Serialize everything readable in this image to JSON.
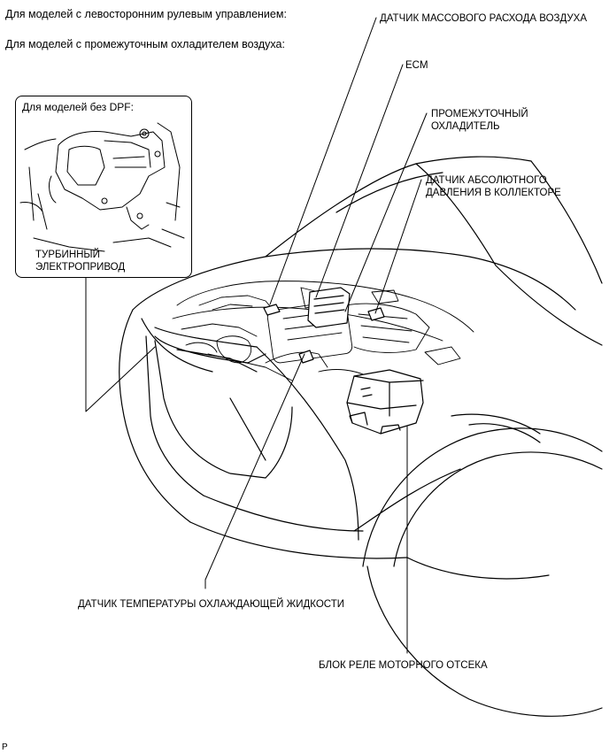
{
  "header": {
    "line1": "Для моделей с левосторонним рулевым управлением:",
    "line2": "Для моделей с промежуточным охладителем воздуха:"
  },
  "inset": {
    "title": "Для моделей без DPF:",
    "label_line1": "ТУРБИННЫЙ",
    "label_line2": "ЭЛЕКТРОПРИВОД"
  },
  "callouts": {
    "maf_sensor": "ДАТЧИК МАССОВОГО РАСХОДА ВОЗДУХА",
    "ecm": "ECM",
    "intercooler_1": "ПРОМЕЖУТОЧНЫЙ",
    "intercooler_2": "ОХЛАДИТЕЛЬ",
    "map_sensor_1": "ДАТЧИК АБСОЛЮТНОГО",
    "map_sensor_2": "ДАВЛЕНИЯ В КОЛЛЕКТОРЕ",
    "coolant_sensor": "ДАТЧИК ТЕМПЕРАТУРЫ ОХЛАЖДАЮЩЕЙ ЖИДКОСТИ",
    "relay_block": "БЛОК РЕЛЕ МОТОРНОГО ОТСЕКА"
  },
  "footer": {
    "page_mark": "P"
  }
}
